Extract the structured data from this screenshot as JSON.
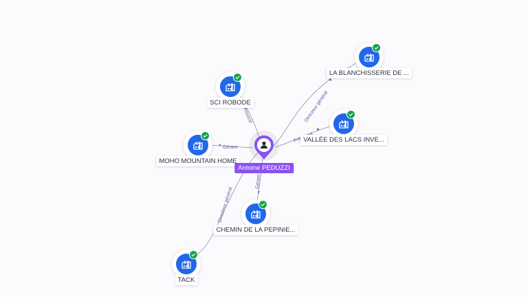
{
  "person": {
    "name": "Antoine PEDUZZI",
    "icon": "person-icon",
    "color": "#8b51f2"
  },
  "companies": [
    {
      "id": "blanchisserie",
      "label": "LA BLANCHISSERIE DE ...",
      "icon": "building-icon",
      "verified": true
    },
    {
      "id": "robode",
      "label": "SCI ROBODE",
      "icon": "building-icon",
      "verified": true
    },
    {
      "id": "vallee",
      "label": "VALLÉE DES LACS INVE...",
      "icon": "building-icon",
      "verified": true
    },
    {
      "id": "moho",
      "label": "MOHO MOUNTAIN HOME",
      "icon": "building-icon",
      "verified": true
    },
    {
      "id": "pepiniere",
      "label": "CHEMIN DE LA PEPINIE...",
      "icon": "building-icon",
      "verified": true
    },
    {
      "id": "tack",
      "label": "TACK",
      "icon": "building-icon",
      "verified": true
    }
  ],
  "relations": [
    {
      "to": "blanchisserie",
      "label": "Directeur général"
    },
    {
      "to": "robode",
      "label": "Associé"
    },
    {
      "to": "vallee",
      "label": "Président"
    },
    {
      "to": "moho",
      "label": "Gérant"
    },
    {
      "to": "pepiniere",
      "label": "Gérant"
    },
    {
      "to": "tack",
      "label": "Directeur général"
    }
  ],
  "colors": {
    "company": "#2167e8",
    "verified": "#17a34a",
    "edge": "#8a8ea8",
    "edge_label": "#5b5fa8"
  }
}
